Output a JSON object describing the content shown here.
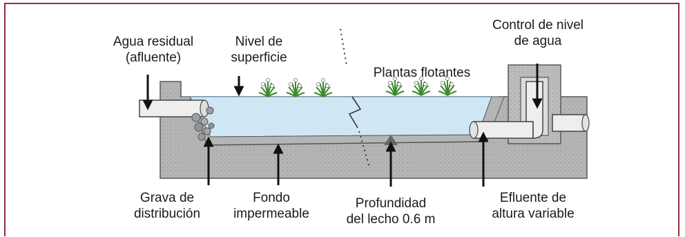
{
  "labels": {
    "influent_line1": "Agua residual",
    "influent_line2": "(afluente)",
    "surface_line1": "Nivel de",
    "surface_line2": "superficie",
    "floating_plants": "Plantas flotantes",
    "control_line1": "Control de nivel",
    "control_line2": "de agua",
    "gravel_line1": "Grava de",
    "gravel_line2": "distribución",
    "bottom_line1": "Fondo",
    "bottom_line2": "impermeable",
    "depth_line1": "Profundidad",
    "depth_line2": "del lecho 0.6 m",
    "effluent_line1": "Efluente de",
    "effluent_line2": "altura variable"
  },
  "colors": {
    "frame": "#8f2b45",
    "concrete": "#b5b5b5",
    "concrete_outline": "#555555",
    "water": "#cfe6f5",
    "pipe": "#eeeeee",
    "gravel": "#9aa0a6",
    "plant": "#3d8a2f",
    "flower": "#ffffff",
    "arrow": "#111111"
  },
  "icons": {
    "plants": "plant-icon",
    "gravel": "gravel-icon",
    "arrows": "arrow-icon"
  }
}
